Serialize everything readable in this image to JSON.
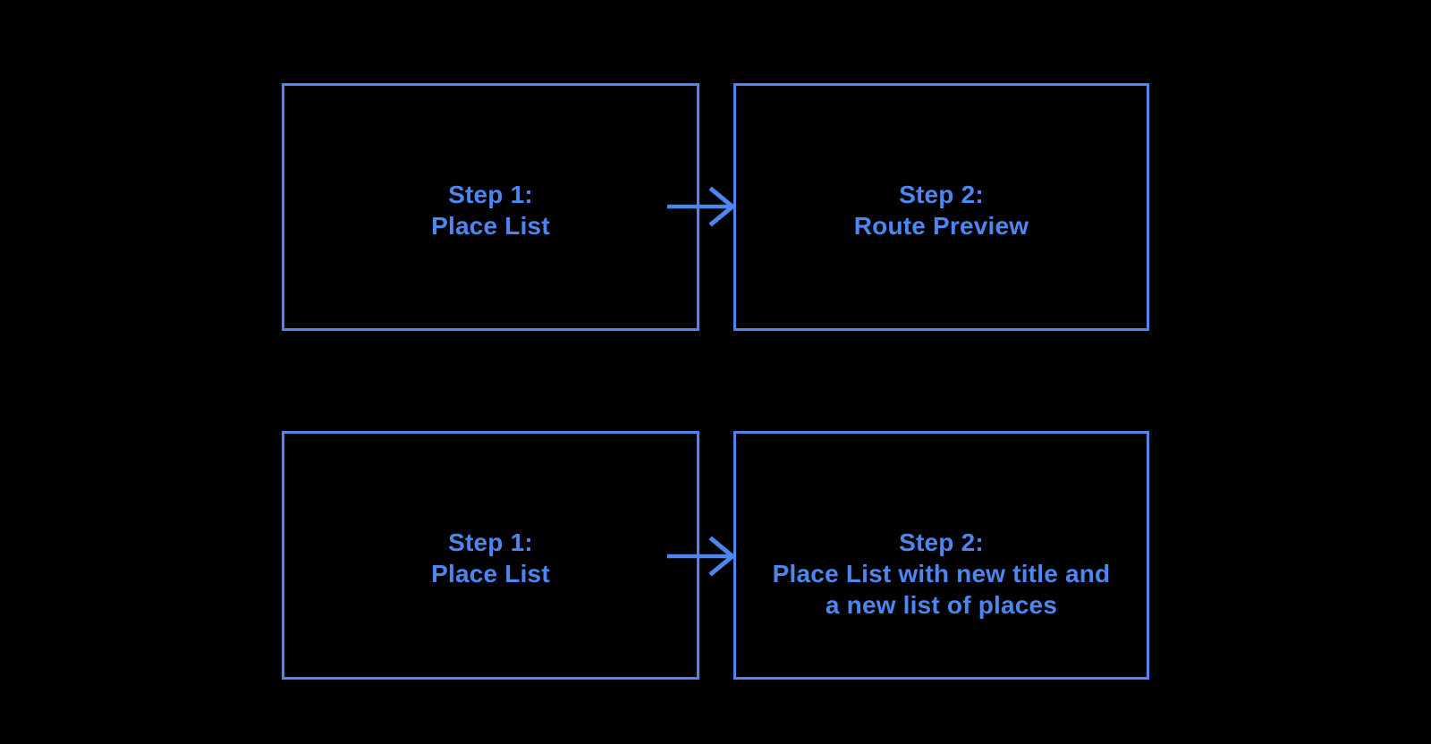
{
  "colors": {
    "background": "#000000",
    "accent": "#4d86f0"
  },
  "flows": [
    {
      "from": {
        "text": "Step 1:\nPlace List"
      },
      "to": {
        "text": "Step 2:\nRoute Preview"
      }
    },
    {
      "from": {
        "text": "Step 1:\nPlace List"
      },
      "to": {
        "text": "Step 2:\nPlace List with new title and\na new list of places"
      }
    }
  ],
  "arrow": {
    "meaning": "right-arrow-icon"
  }
}
